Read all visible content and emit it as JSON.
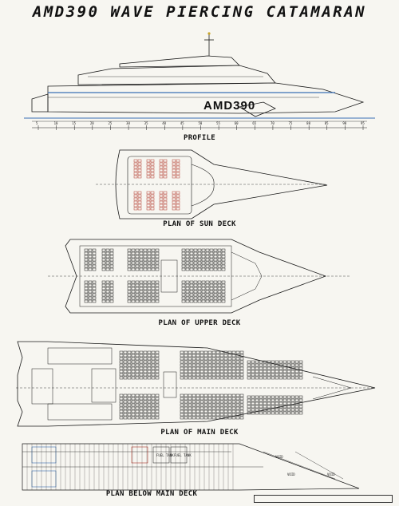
{
  "sheet": {
    "title": "AMD390 WAVE PIERCING CATAMARAN",
    "hull_marking": "AMD390",
    "captions": {
      "profile": "PROFILE",
      "sun_deck": "PLAN OF SUN DECK",
      "upper_deck": "PLAN OF UPPER DECK",
      "main_deck": "PLAN OF MAIN DECK",
      "below_main_deck": "PLAN BELOW MAIN DECK"
    },
    "frame_ticks": [
      "5",
      "10",
      "15",
      "20",
      "25",
      "30",
      "35",
      "40",
      "45",
      "50",
      "55",
      "60",
      "65",
      "70",
      "75",
      "80",
      "85",
      "90",
      "95"
    ],
    "room_labels": {
      "void": "VOID",
      "fuel_tank": "FUEL TANK"
    },
    "colors": {
      "line": "#1a1a1a",
      "accent_blue": "#3a6fb5",
      "seating_red": "#b23a2e",
      "paper": "#f7f6f1"
    }
  }
}
